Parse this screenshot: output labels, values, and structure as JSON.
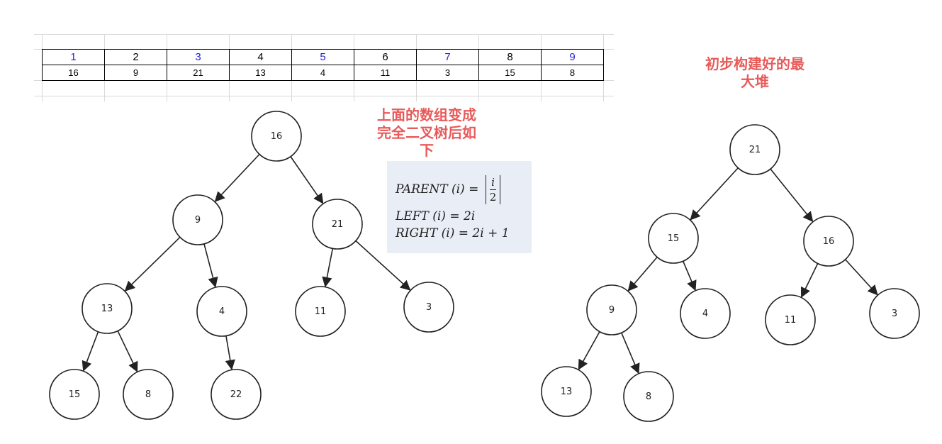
{
  "array": {
    "indices": [
      "1",
      "2",
      "3",
      "4",
      "5",
      "6",
      "7",
      "8",
      "9"
    ],
    "values": [
      "16",
      "9",
      "21",
      "13",
      "4",
      "11",
      "3",
      "15",
      "8"
    ]
  },
  "titles": {
    "middle": [
      "上面的数组变成",
      "完全二叉树后如",
      "下"
    ],
    "right": [
      "初步构建好的最",
      "大堆"
    ]
  },
  "formula": {
    "parent_prefix": "PARENT (i) =",
    "parent_num": "i",
    "parent_den": "2",
    "left": "LEFT (i) = 2i",
    "right": "RIGHT (i) = 2i + 1"
  },
  "tree_left": {
    "nodes": [
      {
        "id": "a",
        "label": "16"
      },
      {
        "id": "b",
        "label": "9"
      },
      {
        "id": "c",
        "label": "21"
      },
      {
        "id": "d",
        "label": "13"
      },
      {
        "id": "e",
        "label": "4"
      },
      {
        "id": "f",
        "label": "11"
      },
      {
        "id": "g",
        "label": "3"
      },
      {
        "id": "h",
        "label": "15"
      },
      {
        "id": "i",
        "label": "8"
      },
      {
        "id": "j",
        "label": "22"
      }
    ],
    "edges": [
      [
        "a",
        "b"
      ],
      [
        "a",
        "c"
      ],
      [
        "b",
        "d"
      ],
      [
        "b",
        "e"
      ],
      [
        "c",
        "f"
      ],
      [
        "c",
        "g"
      ],
      [
        "d",
        "h"
      ],
      [
        "d",
        "i"
      ],
      [
        "e",
        "j"
      ]
    ]
  },
  "tree_right": {
    "nodes": [
      {
        "id": "a",
        "label": "21"
      },
      {
        "id": "b",
        "label": "15"
      },
      {
        "id": "c",
        "label": "16"
      },
      {
        "id": "d",
        "label": "9"
      },
      {
        "id": "e",
        "label": "4"
      },
      {
        "id": "f",
        "label": "11"
      },
      {
        "id": "g",
        "label": "3"
      },
      {
        "id": "h",
        "label": "13"
      },
      {
        "id": "i",
        "label": "8"
      }
    ],
    "edges": [
      [
        "a",
        "b"
      ],
      [
        "a",
        "c"
      ],
      [
        "b",
        "d"
      ],
      [
        "b",
        "e"
      ],
      [
        "c",
        "f"
      ],
      [
        "c",
        "g"
      ],
      [
        "d",
        "h"
      ],
      [
        "d",
        "i"
      ]
    ]
  }
}
